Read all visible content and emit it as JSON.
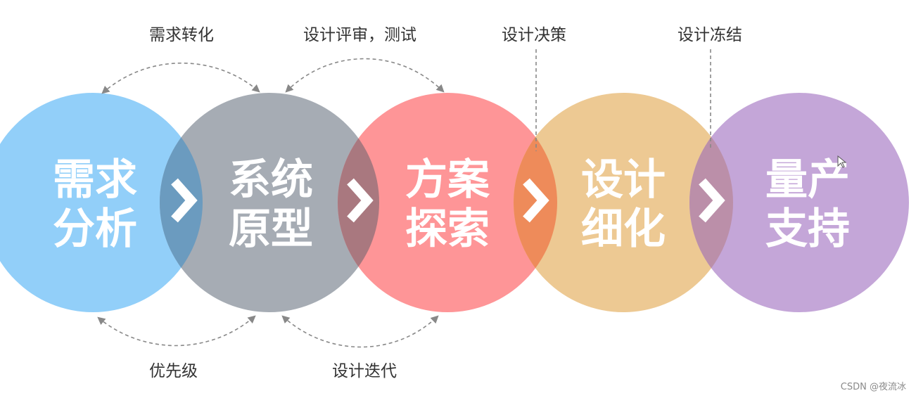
{
  "colors": {
    "stage1": "#92CFF9",
    "stage2": "#A6ACB4",
    "stage3": "#FE9597",
    "stage4": "#EDC993",
    "stage5": "#C4A6D8",
    "overlap12": "#6B9BBF",
    "overlap23": "#A9787F",
    "overlap34": "#EE8B5A",
    "overlap45": "#BB8FA9",
    "arrow": "#888888",
    "text": "#333333"
  },
  "stages": [
    {
      "line1": "需求",
      "line2": "分析"
    },
    {
      "line1": "系统",
      "line2": "原型"
    },
    {
      "line1": "方案",
      "line2": "探索"
    },
    {
      "line1": "设计",
      "line2": "细化"
    },
    {
      "line1": "量产",
      "line2": "支持"
    }
  ],
  "labels": {
    "requirement_transform": "需求转化",
    "design_review_test": "设计评审，测试",
    "design_decision": "设计决策",
    "design_freeze": "设计冻结",
    "priority": "优先级",
    "design_iteration": "设计迭代"
  },
  "watermark": "CSDN @夜流冰"
}
